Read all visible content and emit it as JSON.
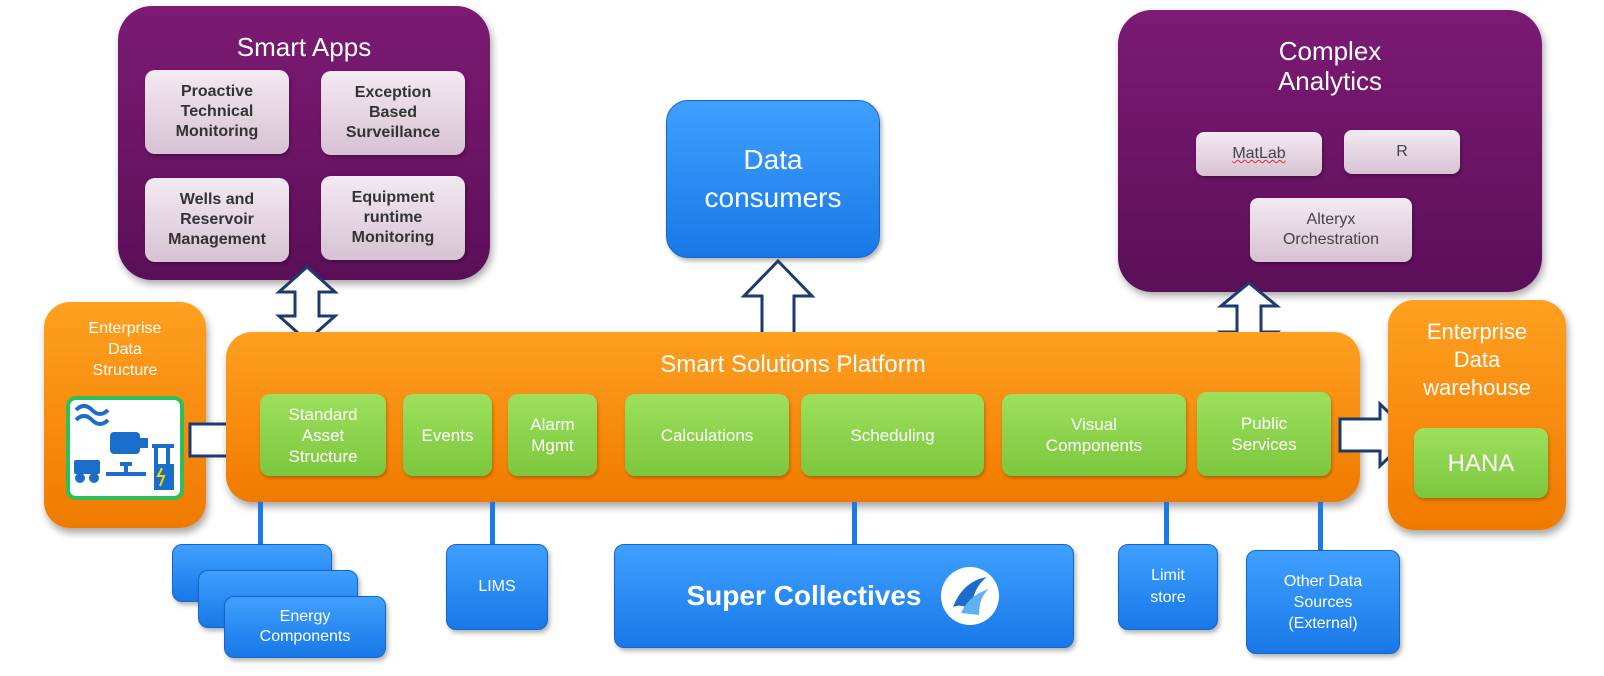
{
  "smart_apps": {
    "title": "Smart Apps",
    "items": [
      "Proactive\nTechnical\nMonitoring",
      "Exception\nBased\nSurveillance",
      "Wells and\nReservoir\nManagement",
      "Equipment\nruntime\nMonitoring"
    ]
  },
  "data_consumers": {
    "label": "Data\nconsumers"
  },
  "complex_analytics": {
    "title": "Complex\nAnalytics",
    "items": [
      "MatLab",
      "R",
      "Alteryx\nOrchestration"
    ]
  },
  "enterprise_data_structure": {
    "title": "Enterprise\nData\nStructure"
  },
  "platform": {
    "title": "Smart Solutions Platform",
    "modules": [
      "Standard\nAsset\nStructure",
      "Events",
      "Alarm\nMgmt",
      "Calculations",
      "Scheduling",
      "Visual\nComponents",
      "Public\nServices"
    ]
  },
  "enterprise_data_warehouse": {
    "title": "Enterprise\nData\nwarehouse",
    "item": "HANA"
  },
  "sources": {
    "energy_components": "Energy\nComponents",
    "lims": "LIMS",
    "super_collectives": "Super Collectives",
    "limit_store": "Limit\nstore",
    "other_data_sources": "Other Data\nSources\n(External)"
  },
  "colors": {
    "purple": "#6a1466",
    "orange": "#f88a00",
    "green": "#8cd44a",
    "blue": "#1f86f0"
  }
}
